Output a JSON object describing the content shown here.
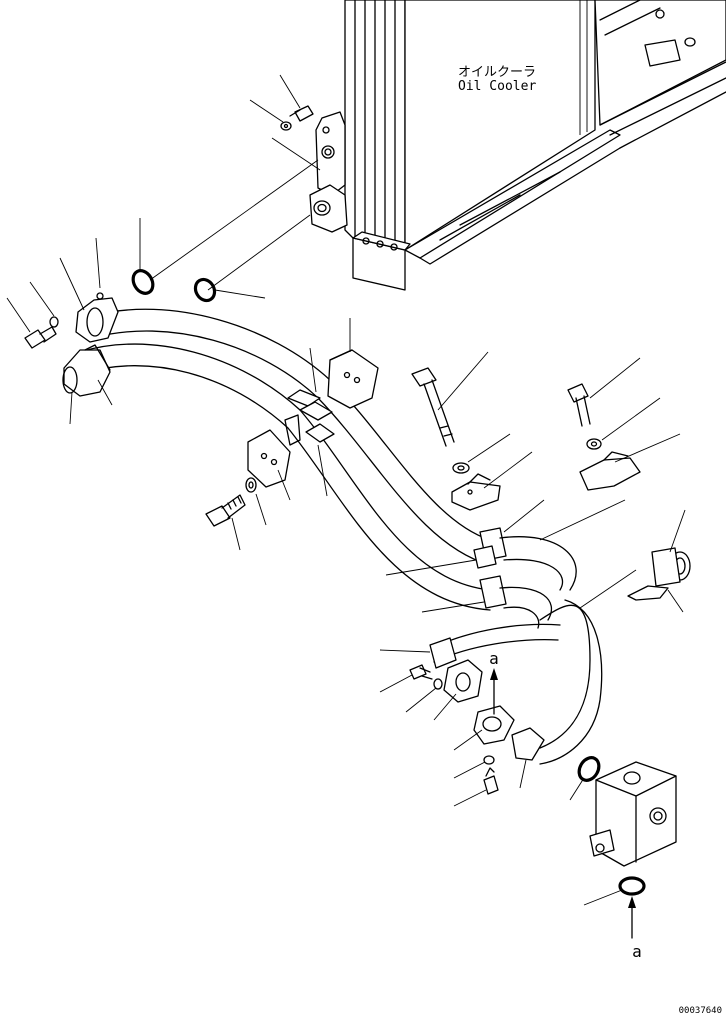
{
  "labels": {
    "oil_cooler_jp": "オイルクーラ",
    "oil_cooler_en": "Oil Cooler",
    "view_arrow_top": "a",
    "view_arrow_bottom": "a",
    "drawing_number": "00037640"
  }
}
